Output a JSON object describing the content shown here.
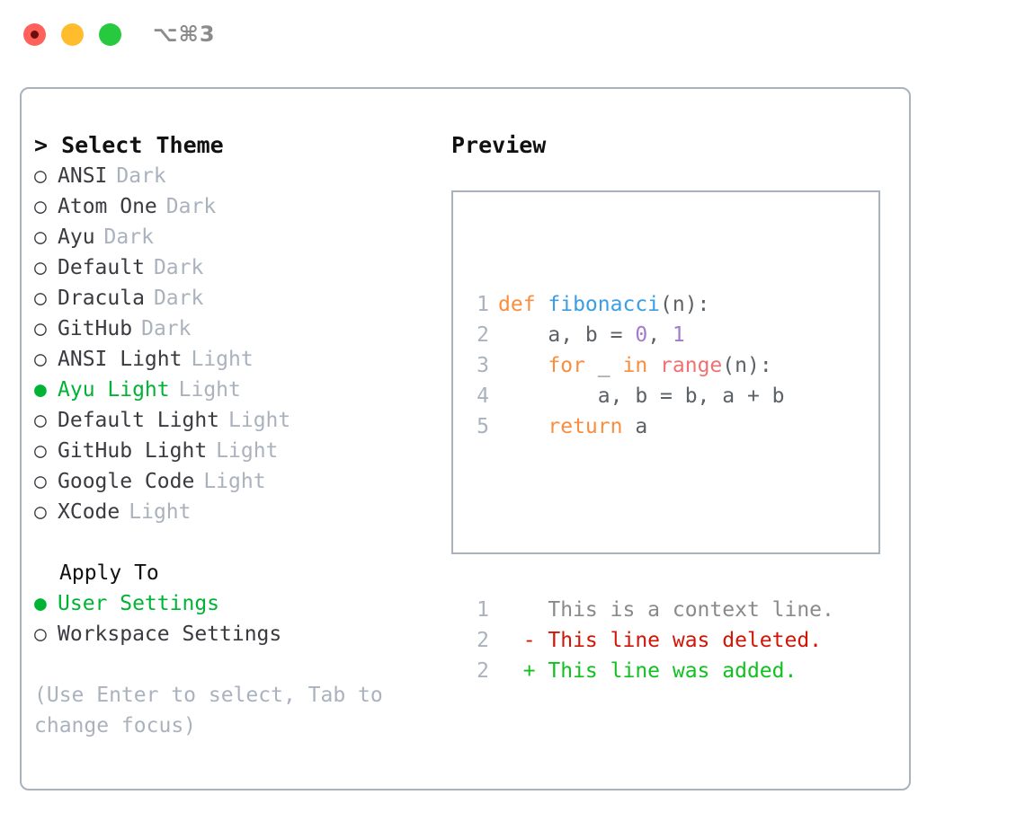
{
  "titlebar": {
    "shortcut": "⌥⌘3",
    "dots": [
      {
        "name": "close-dot",
        "color": "#FF6059"
      },
      {
        "name": "minimize-dot",
        "color": "#FFBD2E"
      },
      {
        "name": "maximize-dot",
        "color": "#27C93F"
      }
    ]
  },
  "theme_panel": {
    "header": "> Select Theme",
    "items": [
      {
        "bullet": "○",
        "name": "ANSI",
        "kind": "Dark",
        "selected": false
      },
      {
        "bullet": "○",
        "name": "Atom One",
        "kind": "Dark",
        "selected": false
      },
      {
        "bullet": "○",
        "name": "Ayu",
        "kind": "Dark",
        "selected": false
      },
      {
        "bullet": "○",
        "name": "Default",
        "kind": "Dark",
        "selected": false
      },
      {
        "bullet": "○",
        "name": "Dracula",
        "kind": "Dark",
        "selected": false
      },
      {
        "bullet": "○",
        "name": "GitHub",
        "kind": "Dark",
        "selected": false
      },
      {
        "bullet": "○",
        "name": "ANSI Light",
        "kind": "Light",
        "selected": false
      },
      {
        "bullet": "●",
        "name": "Ayu Light",
        "kind": "Light",
        "selected": true
      },
      {
        "bullet": "○",
        "name": "Default Light",
        "kind": "Light",
        "selected": false
      },
      {
        "bullet": "○",
        "name": "GitHub Light",
        "kind": "Light",
        "selected": false
      },
      {
        "bullet": "○",
        "name": "Google Code",
        "kind": "Light",
        "selected": false
      },
      {
        "bullet": "○",
        "name": "XCode",
        "kind": "Light",
        "selected": false
      }
    ]
  },
  "apply_to": {
    "header": "Apply To",
    "options": [
      {
        "bullet": "●",
        "label": "User Settings",
        "selected": true
      },
      {
        "bullet": "○",
        "label": "Workspace Settings",
        "selected": false
      }
    ]
  },
  "hint": "(Use Enter to select, Tab to change focus)",
  "preview": {
    "title": "Preview",
    "code_lines": [
      {
        "number": "1",
        "tokens": [
          {
            "text": "def ",
            "type": "kw"
          },
          {
            "text": "fibonacci",
            "type": "fn"
          },
          {
            "text": "(n):",
            "type": "punc"
          }
        ]
      },
      {
        "number": "2",
        "tokens": [
          {
            "text": "    a, b = ",
            "type": "var"
          },
          {
            "text": "0",
            "type": "num"
          },
          {
            "text": ", ",
            "type": "punc"
          },
          {
            "text": "1",
            "type": "num"
          }
        ]
      },
      {
        "number": "3",
        "tokens": [
          {
            "text": "    ",
            "type": "var"
          },
          {
            "text": "for",
            "type": "kw"
          },
          {
            "text": " _ ",
            "type": "var"
          },
          {
            "text": "in",
            "type": "kw"
          },
          {
            "text": " ",
            "type": "var"
          },
          {
            "text": "range",
            "type": "call"
          },
          {
            "text": "(n):",
            "type": "punc"
          }
        ]
      },
      {
        "number": "4",
        "tokens": [
          {
            "text": "        a, b = b, a + b",
            "type": "var"
          }
        ]
      },
      {
        "number": "5",
        "tokens": [
          {
            "text": "    ",
            "type": "var"
          },
          {
            "text": "return",
            "type": "kw"
          },
          {
            "text": " a",
            "type": "var"
          }
        ]
      }
    ],
    "diff_lines": [
      {
        "number": "1",
        "marker": " ",
        "text": " This is a context line.",
        "type": "ctx"
      },
      {
        "number": "2",
        "marker": "-",
        "text": " This line was deleted.",
        "type": "del"
      },
      {
        "number": "2",
        "marker": "+",
        "text": " This line was added.",
        "type": "add"
      }
    ]
  },
  "colors": {
    "accent_green": "#00B334",
    "muted": "#aab2bd",
    "border": "#aab2bd",
    "keyword": "#FA8D3E",
    "function": "#399EE6",
    "number": "#A37ACC",
    "call": "#F07171",
    "diff_deleted": "#D11507",
    "diff_added": "#10C120"
  }
}
